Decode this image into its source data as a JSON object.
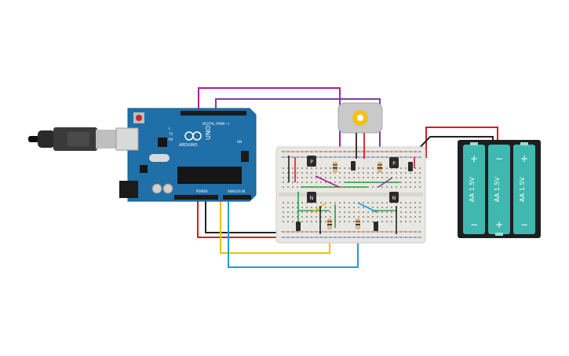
{
  "arduino": {
    "brand": "ARDUINO",
    "model": "UNO",
    "digital_label": "DIGITAL (PWM ~)",
    "power_label": "POWER",
    "analog_label": "ANALOG IN",
    "tx_label": "TX",
    "rx_label": "RX",
    "l_label": "L",
    "on_label": "ON"
  },
  "breadboard": {
    "transistor_p_label": "P",
    "transistor_n_label": "N"
  },
  "battery": {
    "cells": [
      {
        "label": "AA 1.5V",
        "orientation": "up"
      },
      {
        "label": "AA 1.5V",
        "orientation": "down"
      },
      {
        "label": "AA 1.5V",
        "orientation": "up"
      }
    ],
    "plus": "+",
    "minus": "−"
  },
  "colors": {
    "arduino_board": "#1f6fa8",
    "breadboard": "#e9e7e2",
    "battery_cell": "#3fb8b0",
    "battery_case": "#1e1e1e",
    "motor_body": "#c9c9c9",
    "motor_shaft": "#f2c21a",
    "wire_magenta": "#b5179e",
    "wire_purple": "#7b3fa0",
    "wire_red": "#d21f1f",
    "wire_black": "#222222",
    "wire_yellow": "#f0c000",
    "wire_blue": "#1aa0d8",
    "wire_green": "#2ea043"
  }
}
